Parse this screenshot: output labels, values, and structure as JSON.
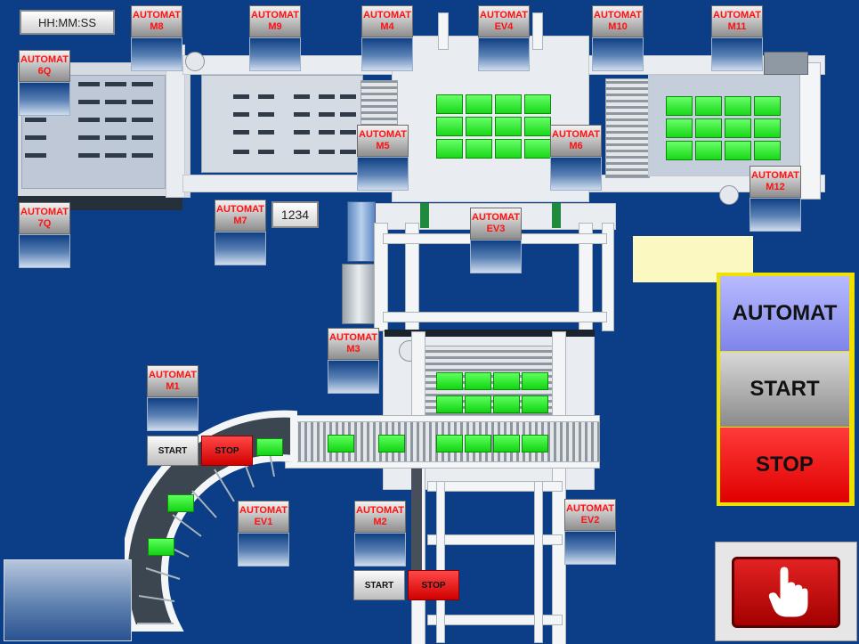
{
  "clock": {
    "text": "HH:MM:SS"
  },
  "counter": {
    "value": "1234"
  },
  "tiles": {
    "m8": {
      "status": "AUTOMAT",
      "id": "M8"
    },
    "m9": {
      "status": "AUTOMAT",
      "id": "M9"
    },
    "m4": {
      "status": "AUTOMAT",
      "id": "M4"
    },
    "ev4": {
      "status": "AUTOMAT",
      "id": "EV4"
    },
    "m10": {
      "status": "AUTOMAT",
      "id": "M10"
    },
    "m11": {
      "status": "AUTOMAT",
      "id": "M11"
    },
    "q6": {
      "status": "AUTOMAT",
      "id": "6Q"
    },
    "m5": {
      "status": "AUTOMAT",
      "id": "M5"
    },
    "m6": {
      "status": "AUTOMAT",
      "id": "M6"
    },
    "m12": {
      "status": "AUTOMAT",
      "id": "M12"
    },
    "q7": {
      "status": "AUTOMAT",
      "id": "7Q"
    },
    "m7": {
      "status": "AUTOMAT",
      "id": "M7"
    },
    "ev3": {
      "status": "AUTOMAT",
      "id": "EV3"
    },
    "m3": {
      "status": "AUTOMAT",
      "id": "M3"
    },
    "m1": {
      "status": "AUTOMAT",
      "id": "M1"
    },
    "ev1": {
      "status": "AUTOMAT",
      "id": "EV1"
    },
    "m2": {
      "status": "AUTOMAT",
      "id": "M2"
    },
    "ev2": {
      "status": "AUTOMAT",
      "id": "EV2"
    }
  },
  "m1_controls": {
    "start": "START",
    "stop": "STOP"
  },
  "m2_controls": {
    "start": "START",
    "stop": "STOP"
  },
  "main_panel": {
    "automat": "AUTOMAT",
    "start": "START",
    "stop": "STOP"
  },
  "colors": {
    "background": "#0b3e86",
    "status_text": "#ff1111",
    "indicator_green": "#2ee62e",
    "stop_red": "#e00000",
    "automat_blue": "#8f94f0",
    "panel_border": "#f0e000"
  },
  "icons": {
    "manual_mode": "hand-pointer-icon"
  }
}
